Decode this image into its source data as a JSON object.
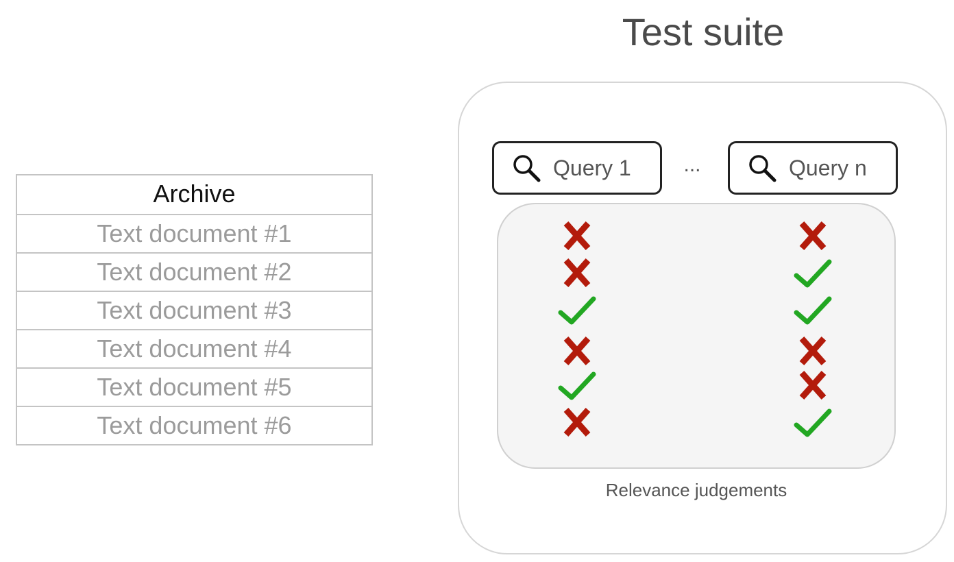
{
  "archive": {
    "header": "Archive",
    "documents": [
      "Text document #1",
      "Text document #2",
      "Text document #3",
      "Text document #4",
      "Text document #5",
      "Text document #6"
    ]
  },
  "test_suite": {
    "title": "Test suite",
    "queries": [
      {
        "label": "Query 1",
        "icon": "search-icon"
      },
      {
        "label": "Query n",
        "icon": "search-icon"
      }
    ],
    "ellipsis": "...",
    "judgements_label": "Relevance judgements",
    "judgements": {
      "query_1": [
        "not-relevant",
        "not-relevant",
        "relevant",
        "not-relevant",
        "relevant",
        "not-relevant"
      ],
      "query_n": [
        "not-relevant",
        "relevant",
        "relevant",
        "not-relevant",
        "not-relevant",
        "relevant"
      ]
    }
  },
  "colors": {
    "relevant": "#22a722",
    "not_relevant": "#b31b0b",
    "border": "#c4c4c4",
    "document_text": "#9b9b9b"
  }
}
